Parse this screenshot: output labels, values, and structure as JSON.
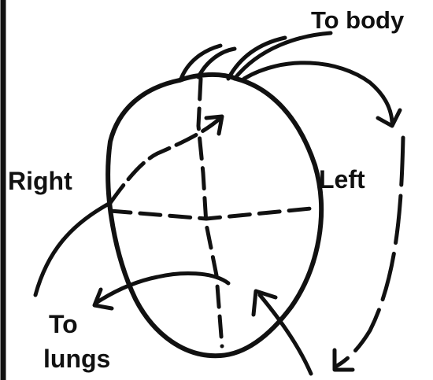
{
  "labels": {
    "to_body": "To body",
    "right": "Right",
    "left": "Left",
    "to_lungs_line1": "To",
    "to_lungs_line2": "lungs"
  },
  "colors": {
    "ink": "#111111",
    "background": "#ffffff"
  }
}
